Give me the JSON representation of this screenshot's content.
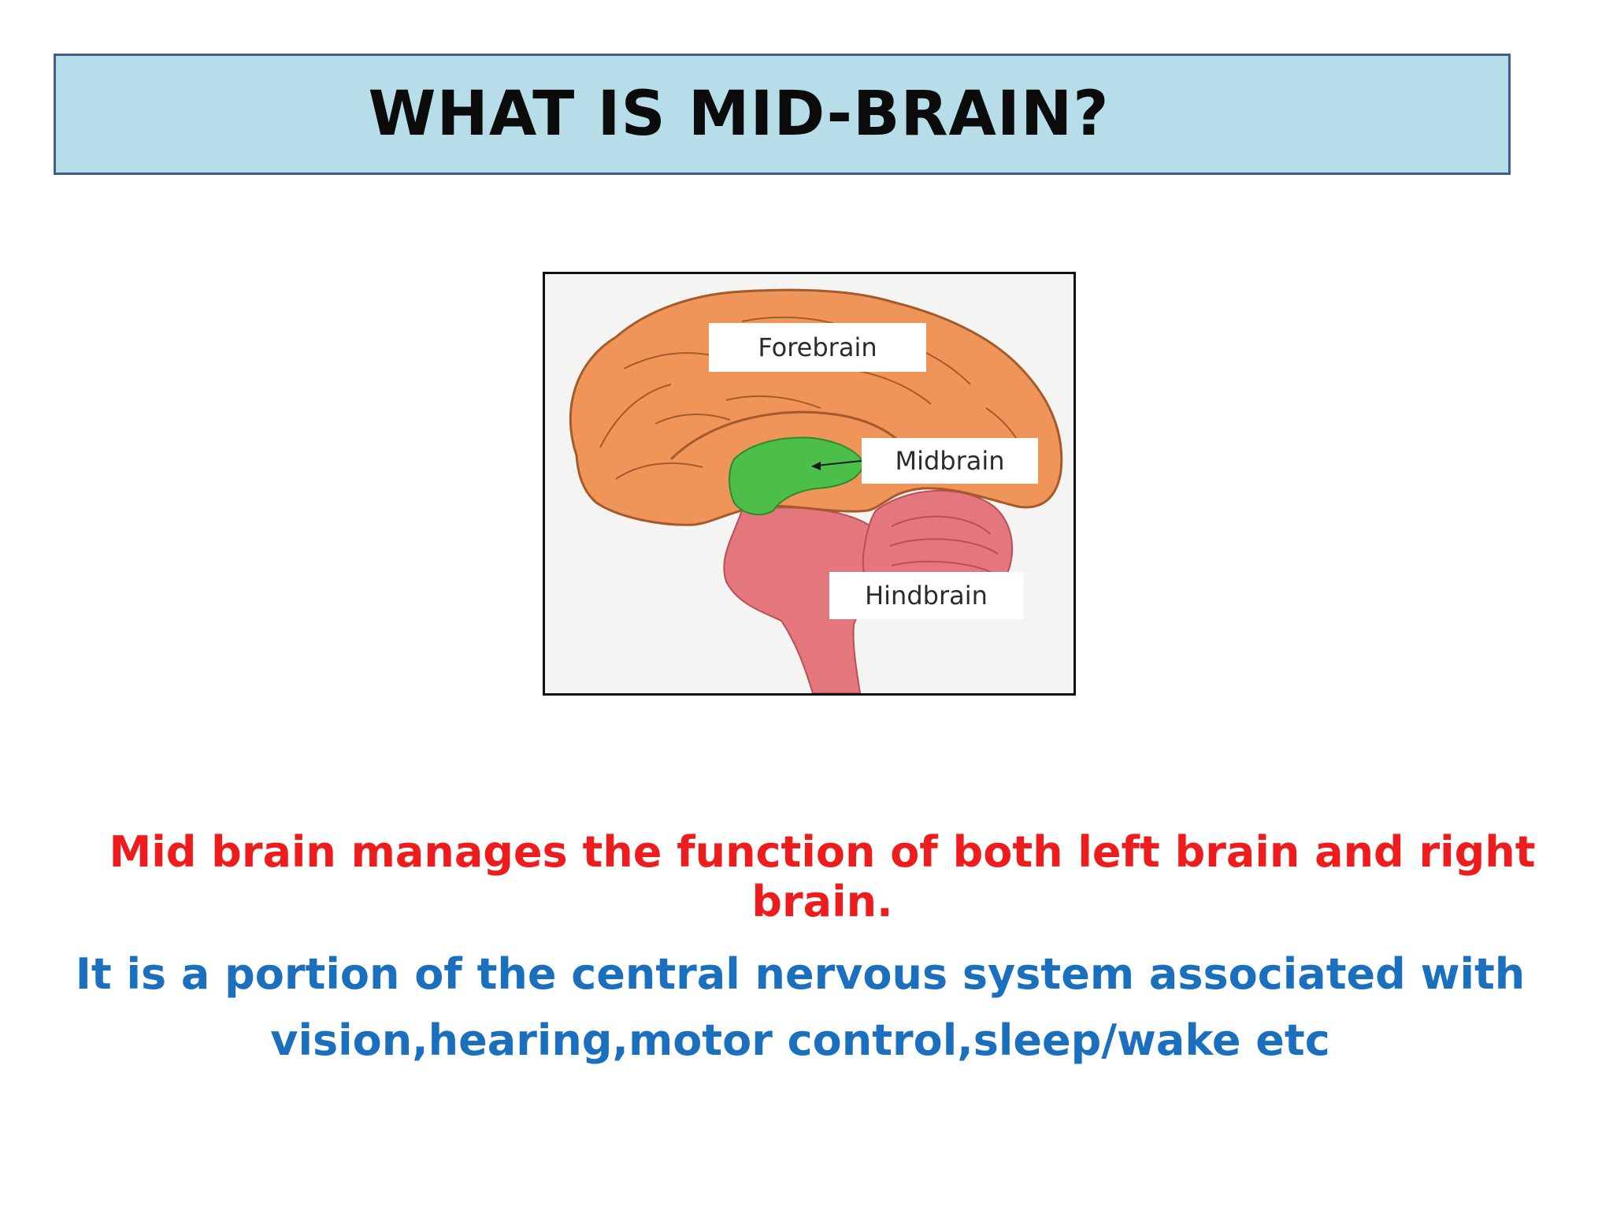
{
  "slide": {
    "title": "WHAT IS MID-BRAIN?",
    "figure": {
      "labels": {
        "forebrain": "Forebrain",
        "midbrain": "Midbrain",
        "hindbrain": "Hindbrain"
      },
      "colors": {
        "forebrain": "#f0955a",
        "midbrain": "#4cbf4a",
        "hindbrain": "#e4777e"
      }
    },
    "statement": "Mid brain manages the function of both left brain and right brain.",
    "description": {
      "line1": "It is a portion of the central  nervous  system associated with",
      "line2": "vision,hearing,motor control,sleep/wake etc"
    },
    "colors": {
      "title_bg": "#b7dde8",
      "title_border": "#3f5f86",
      "statement": "#ee1c1c",
      "description": "#1a6fbf"
    }
  }
}
